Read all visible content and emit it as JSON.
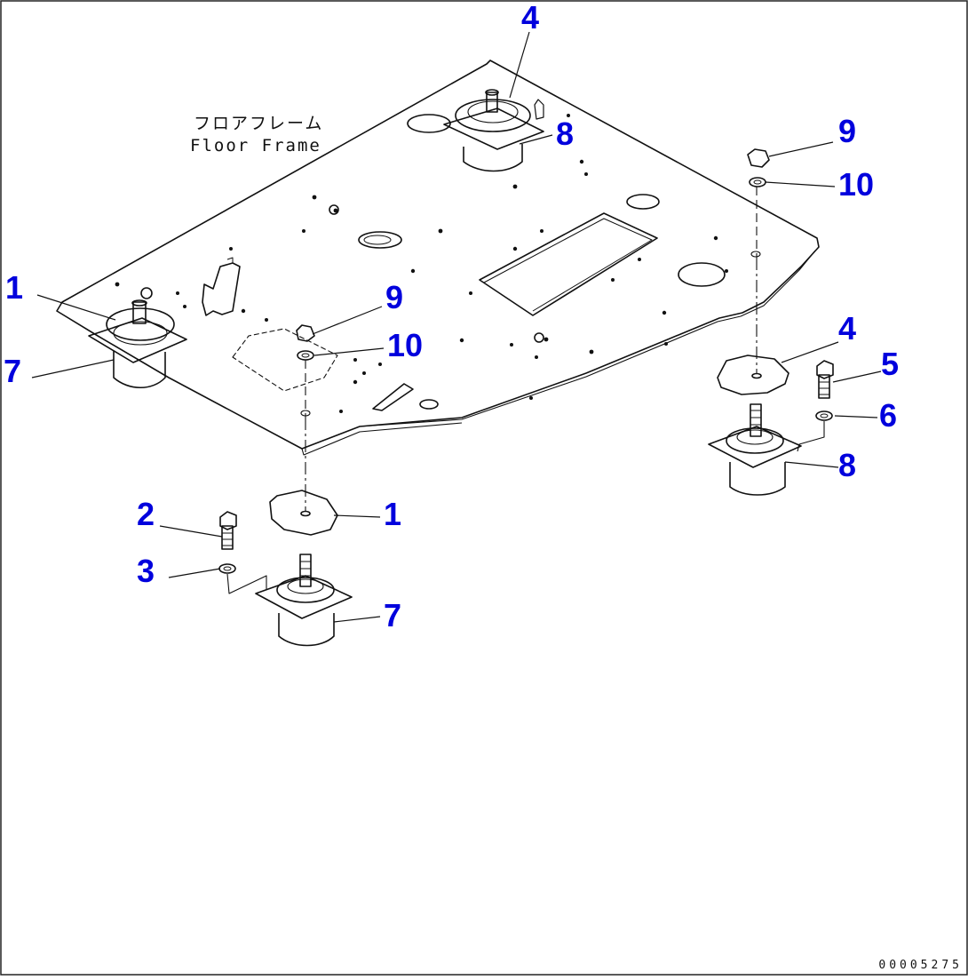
{
  "labels": {
    "frame_jp": "フロアフレーム",
    "frame_en": "Floor Frame",
    "drawing_code": "00005275"
  },
  "callouts": [
    {
      "id": "c4-top",
      "text": "4"
    },
    {
      "id": "c8-top",
      "text": "8"
    },
    {
      "id": "c9-right",
      "text": "9"
    },
    {
      "id": "c10-right",
      "text": "10"
    },
    {
      "id": "c1-left",
      "text": "1"
    },
    {
      "id": "c7-left",
      "text": "7"
    },
    {
      "id": "c9-mid",
      "text": "9"
    },
    {
      "id": "c10-mid",
      "text": "10"
    },
    {
      "id": "c4-right",
      "text": "4"
    },
    {
      "id": "c5",
      "text": "5"
    },
    {
      "id": "c6",
      "text": "6"
    },
    {
      "id": "c8-right",
      "text": "8"
    },
    {
      "id": "c2",
      "text": "2"
    },
    {
      "id": "c1-bottom",
      "text": "1"
    },
    {
      "id": "c3",
      "text": "3"
    },
    {
      "id": "c7-bottom",
      "text": "7"
    }
  ]
}
